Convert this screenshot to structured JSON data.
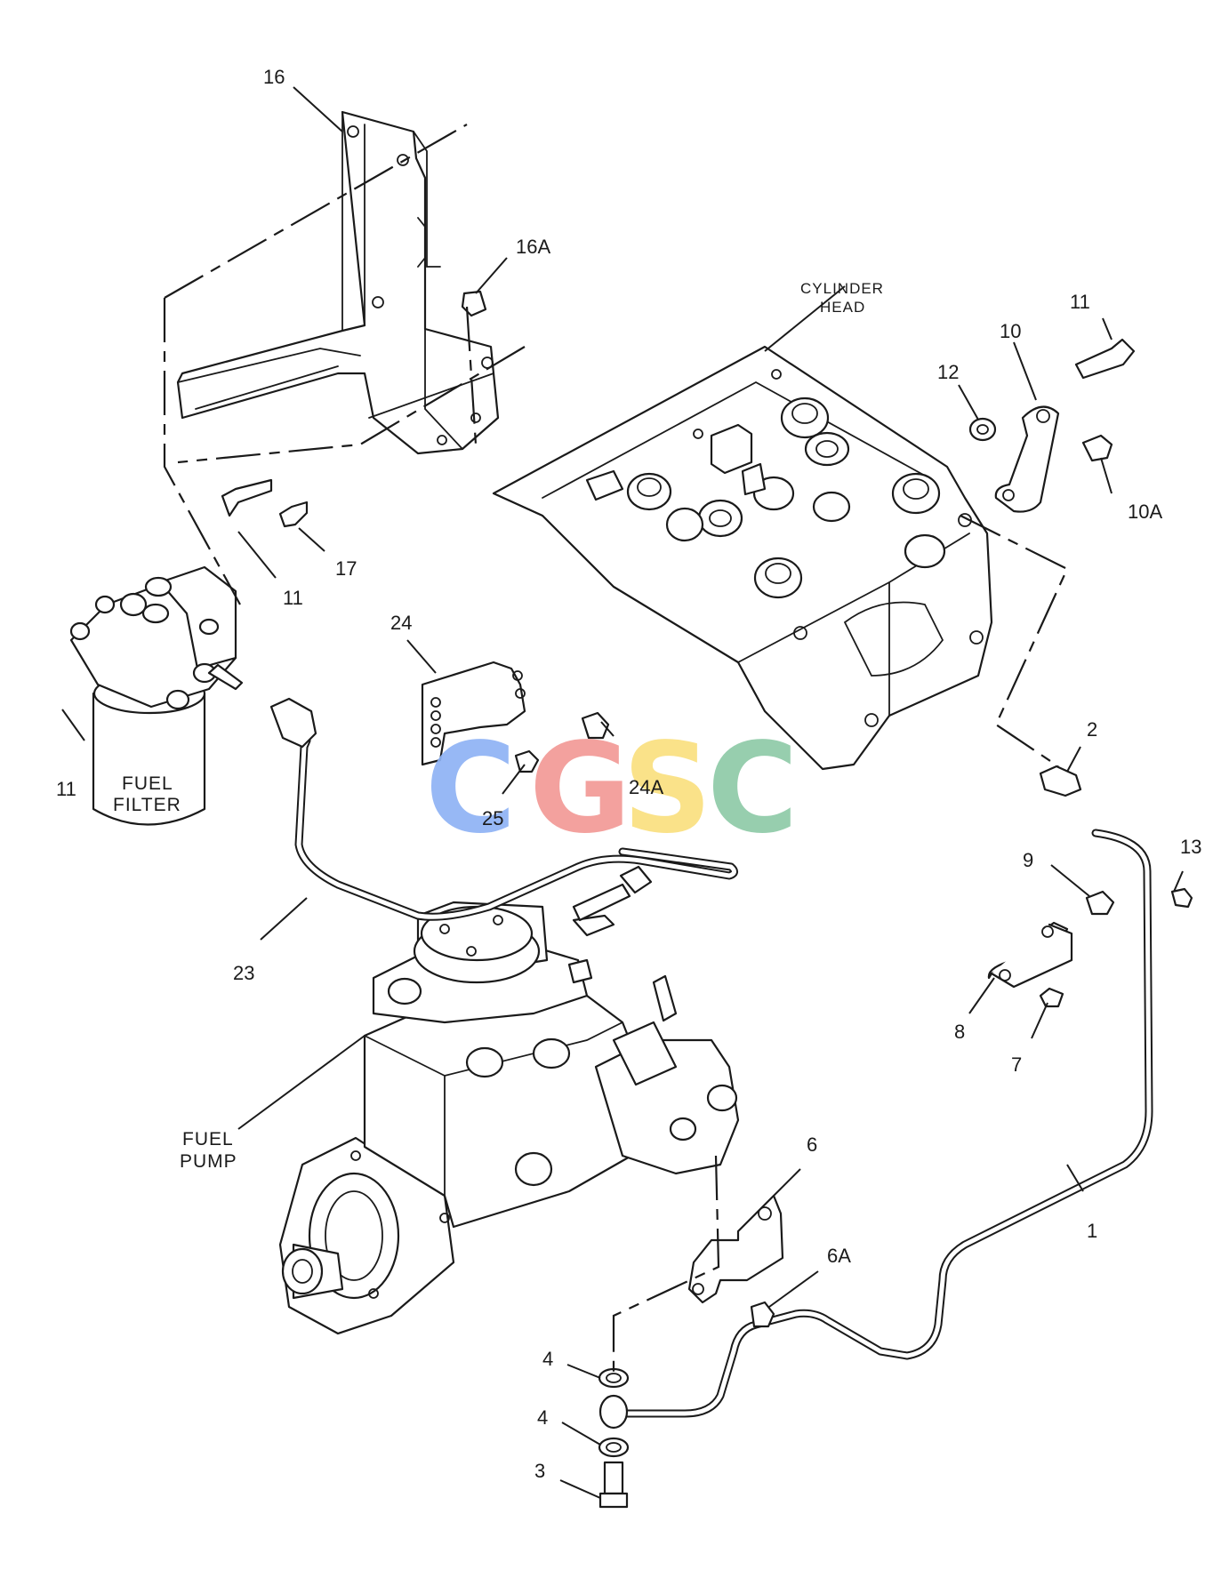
{
  "diagram": {
    "callouts": [
      {
        "key": "c16",
        "text": "16"
      },
      {
        "key": "c16a",
        "text": "16A"
      },
      {
        "key": "c11a",
        "text": "11"
      },
      {
        "key": "c10",
        "text": "10"
      },
      {
        "key": "c12",
        "text": "12"
      },
      {
        "key": "c10a",
        "text": "10A"
      },
      {
        "key": "c11b",
        "text": "11"
      },
      {
        "key": "c17",
        "text": "17"
      },
      {
        "key": "c24",
        "text": "24"
      },
      {
        "key": "c2",
        "text": "2"
      },
      {
        "key": "c11c",
        "text": "11"
      },
      {
        "key": "c24a",
        "text": "24A"
      },
      {
        "key": "c25",
        "text": "25"
      },
      {
        "key": "c13",
        "text": "13"
      },
      {
        "key": "c9",
        "text": "9"
      },
      {
        "key": "c23",
        "text": "23"
      },
      {
        "key": "c8",
        "text": "8"
      },
      {
        "key": "c7",
        "text": "7"
      },
      {
        "key": "c6",
        "text": "6"
      },
      {
        "key": "c1",
        "text": "1"
      },
      {
        "key": "c6a",
        "text": "6A"
      },
      {
        "key": "c4a",
        "text": "4"
      },
      {
        "key": "c4b",
        "text": "4"
      },
      {
        "key": "c3",
        "text": "3"
      }
    ],
    "captions": {
      "cylinder_head_line1": "CYLINDER",
      "cylinder_head_line2": "HEAD",
      "fuel_filter_line1": "FUEL",
      "fuel_filter_line2": "FILTER",
      "fuel_pump_line1": "FUEL",
      "fuel_pump_line2": "PUMP"
    },
    "watermark": {
      "letters": [
        "C",
        "G",
        "S",
        "C"
      ],
      "colors": [
        "#8fb3f5",
        "#f29a96",
        "#fae07f",
        "#8fcaa8"
      ]
    }
  }
}
